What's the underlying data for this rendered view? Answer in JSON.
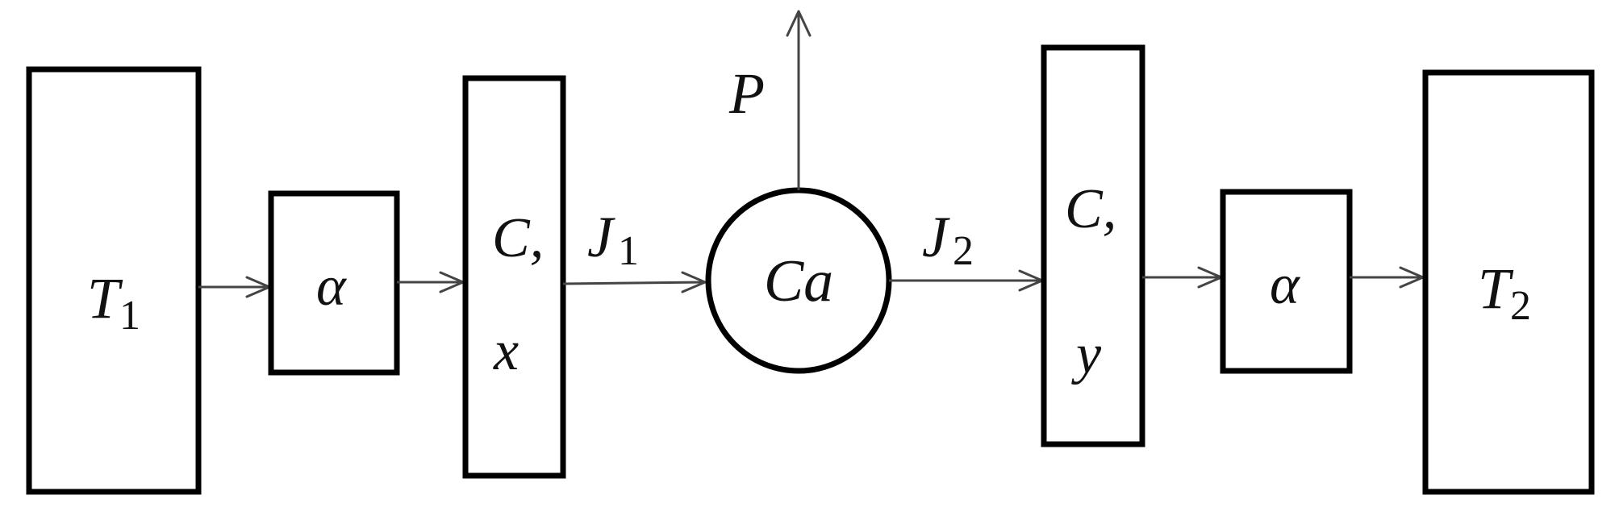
{
  "diagram": {
    "source_reservoir": {
      "symbol": "T",
      "subscript": "1"
    },
    "left_coupling": {
      "symbol": "α"
    },
    "left_medium": {
      "line1": "C,",
      "line2": "x"
    },
    "flow_in": {
      "symbol": "J",
      "subscript": "1"
    },
    "engine": {
      "symbol": "Ca"
    },
    "power_output": {
      "symbol": "P"
    },
    "flow_out": {
      "symbol": "J",
      "subscript": "2"
    },
    "right_medium": {
      "line1": "C,",
      "line2": "y"
    },
    "right_coupling": {
      "symbol": "α"
    },
    "sink_reservoir": {
      "symbol": "T",
      "subscript": "2"
    }
  }
}
